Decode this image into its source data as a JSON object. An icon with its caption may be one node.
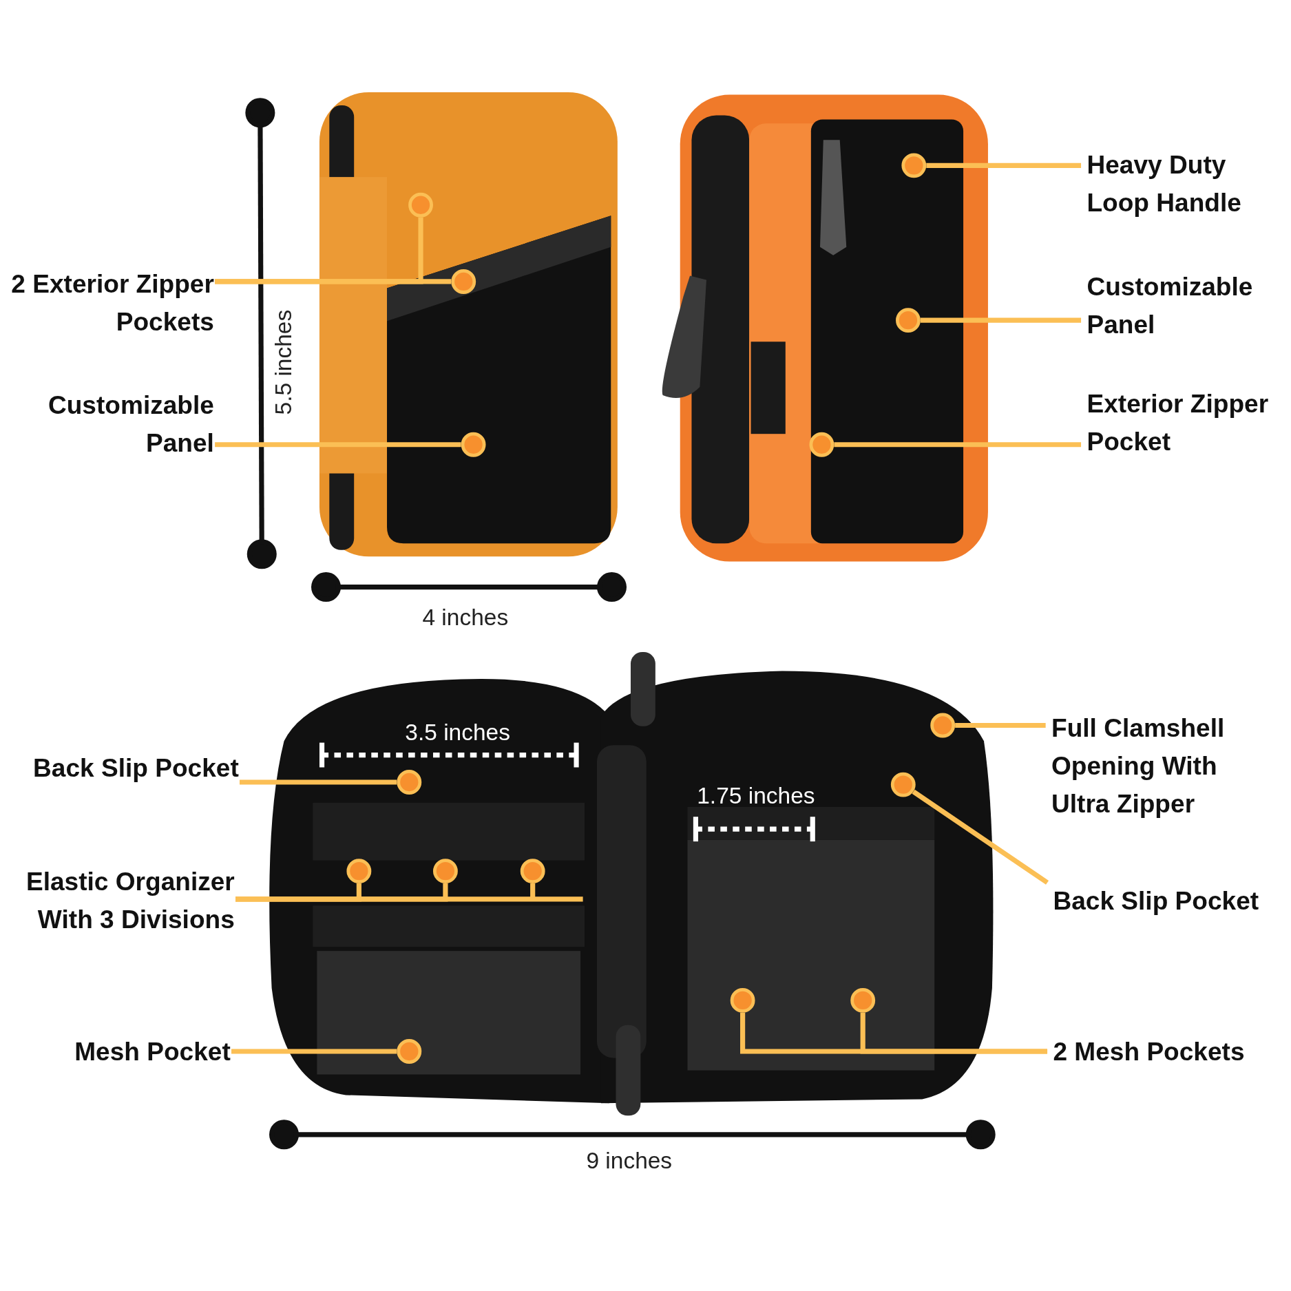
{
  "diagram": {
    "nodes": [
      {
        "text": [
          "2 Exterior Zipper Pockets"
        ]
      },
      {
        "text": [],
        "shape": "circle"
      },
      {
        "text": [],
        "shape": "circle"
      },
      {
        "text": [
          "Customizable Panel"
        ]
      },
      {
        "text": [],
        "shape": "circle"
      },
      {
        "text": [
          "Heavy Duty Loop Handle"
        ]
      },
      {
        "text": [],
        "shape": "circle"
      },
      {
        "text": [
          "Customizable Panel"
        ]
      },
      {
        "text": [],
        "shape": "circle"
      },
      {
        "text": [
          "Exterior Zipper Pocket"
        ]
      },
      {
        "text": [],
        "shape": "circle"
      },
      {
        "text": [
          "Back Slip Pocket"
        ]
      },
      {
        "text": [],
        "shape": "circle"
      },
      {
        "text": [
          "Elastic Organizer With 3 Divisions"
        ]
      },
      {
        "text": [],
        "shape": "circle"
      },
      {
        "text": [],
        "shape": "circle"
      },
      {
        "text": [],
        "shape": "circle"
      },
      {
        "text": [
          "Full Clamshell Opening With Ultra Zipper"
        ]
      },
      {
        "text": [],
        "shape": "circle"
      },
      {
        "text": [
          "Back Slip Pocket"
        ]
      },
      {
        "text": [],
        "shape": "circle"
      },
      {
        "text": [
          "Mesh Pocket"
        ]
      },
      {
        "text": [],
        "shape": "circle"
      },
      {
        "text": [
          "2 Mesh Pockets"
        ]
      },
      {
        "text": [],
        "shape": "circle"
      },
      {
        "text": [],
        "shape": "circle"
      }
    ],
    "edges": [
      {
        "from": 0,
        "to": 1,
        "arrow": "none"
      },
      {
        "from": 0,
        "to": 2,
        "arrow": "none"
      },
      {
        "from": 3,
        "to": 4,
        "arrow": "none"
      },
      {
        "from": 5,
        "to": 6,
        "arrow": "none"
      },
      {
        "from": 7,
        "to": 8,
        "arrow": "none"
      },
      {
        "from": 9,
        "to": 10,
        "arrow": "none"
      },
      {
        "from": 11,
        "to": 12,
        "arrow": "none"
      },
      {
        "from": 13,
        "to": 14,
        "arrow": "none"
      },
      {
        "from": 13,
        "to": 15,
        "arrow": "none"
      },
      {
        "from": 13,
        "to": 16,
        "arrow": "none"
      },
      {
        "from": 17,
        "to": 18,
        "arrow": "none"
      },
      {
        "from": 19,
        "to": 20,
        "arrow": "none"
      },
      {
        "from": 21,
        "to": 22,
        "arrow": "none"
      },
      {
        "from": 23,
        "to": 24,
        "arrow": "none"
      },
      {
        "from": 23,
        "to": 25,
        "arrow": "none"
      }
    ],
    "labels": [
      "5.5 inches",
      "4 inches",
      "3.5 inches",
      "1.75 inches",
      "9 inches"
    ]
  }
}
